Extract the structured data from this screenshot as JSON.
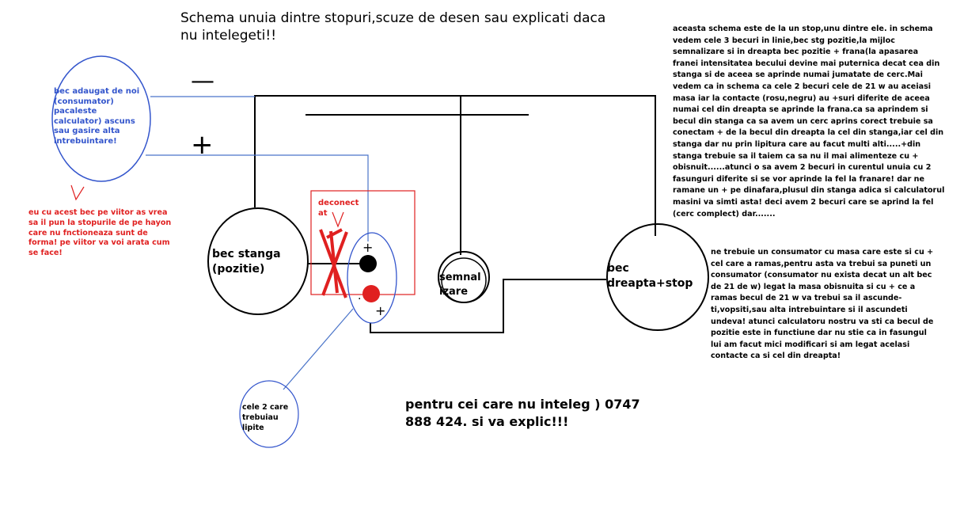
{
  "title": "Schema unuia dintre stopuri,scuze de desen sau explicati daca nu intelegeti!!",
  "note_top": "aceasta schema este de la un stop,unu dintre ele. in schema vedem cele 3 becuri in linie,bec stg pozitie,la mijloc semnalizare si in dreapta bec pozitie + frana(la apasarea franei intensitatea becului devine mai puternica decat cea din stanga si de aceea se aprinde numai jumatate de cerc.Mai vedem ca in schema ca cele 2 becuri cele de 21 w au aceiasi masa iar la contacte (rosu,negru) au +suri diferite de aceea numai cel din dreapta se aprinde la frana.ca sa aprindem si becul din stanga ca sa avem un cerc aprins corect trebuie sa conectam + de la becul din dreapta la cel din stanga,iar cel din stanga dar nu prin lipitura care au facut multi alti.....+din stanga trebuie sa il taiem ca sa nu il mai alimenteze cu + obisnuit......atunci o sa avem 2 becuri in curentul unuia cu 2 fasunguri diferite si se vor aprinde la fel la franare! dar ne ramane un + pe dinafara,plusul din stanga adica si calculatorul masini va simti asta! deci avem 2 becuri care se aprind la fel (cerc complect) dar.......",
  "note_bottom": "ne trebuie un consumator cu masa care este si cu + cel care a ramas,pentru asta va trebui sa puneti un consumator  (consumator nu exista decat un alt bec de 21 de w) legat la masa obisnuita si cu + ce a ramas becul de 21 w va trebui sa il ascunde-ti,vopsiti,sau alta intrebuintare si il ascundeti undeva! atunci calculatoru nostru va sti ca becul de pozitie este in functiune dar nu stie ca in fasungul lui am facut mici modificari si am legat acelasi contacte ca si cel din dreapta!",
  "blue_note": "bec adaugat de noi (consumator) pacaleste calculator) ascuns sau gasire alta intrebuintare!",
  "red_note": "eu cu acest bec pe viitor as vrea sa il pun la stopurile de pe hayon care nu fnctioneaza sunt de forma! pe viitor va voi arata cum se face!",
  "deconect_label": "deconect at",
  "bulb_left_label": "bec stanga (pozitie)",
  "bulb_middle_label": "semnal izare",
  "bulb_right_label": "bec dreapta+stop",
  "cele_label": "cele 2 care trebuiau lipite",
  "phone_text": "pentru cei care nu inteleg ) 0747 888 424. si va explic!!!",
  "symbols": {
    "minus": "—",
    "plus": "+",
    "contact_plus_top": "+",
    "contact_plus_bottom": "+",
    "dot": "."
  },
  "colors": {
    "blue": "#3355cc",
    "red": "#e02020",
    "black": "#000000",
    "line_blue": "#4a74c9"
  }
}
